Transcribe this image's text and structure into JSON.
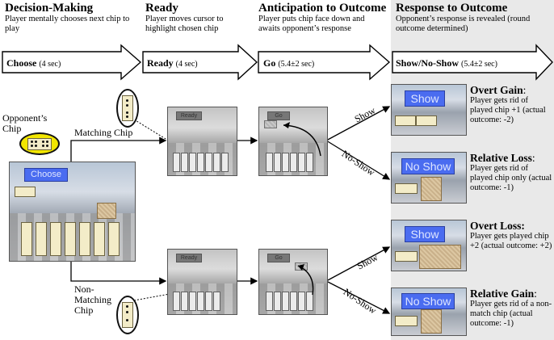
{
  "phases": [
    {
      "title": "Decision-Making",
      "desc": "Player mentally chooses next chip to play"
    },
    {
      "title": "Ready",
      "desc": "Player moves cursor to highlight chosen chip"
    },
    {
      "title": "Anticipation to Outcome",
      "desc": "Player puts chip face down and awaits opponent’s response"
    },
    {
      "title": "Response to Outcome",
      "desc": "Opponent’s response is revealed (round outcome determined)"
    }
  ],
  "timeline": [
    {
      "label": "Choose",
      "time": "(4 sec)"
    },
    {
      "label": "Ready",
      "time": "(4 sec)"
    },
    {
      "label": "Go",
      "time": "(5.4±2 sec)"
    },
    {
      "label": "Show/No-Show",
      "time": "(5.4±2 sec)"
    }
  ],
  "labels": {
    "opponent_chip": "Opponent’s Chip",
    "matching_chip": "Matching Chip",
    "non_matching_chip": "Non-Matching Chip",
    "show": "Show",
    "no_show": "No-Show"
  },
  "screens": {
    "choose": "Choose",
    "ready": "Ready",
    "go": "Go",
    "show": "Show",
    "no_show": "No Show"
  },
  "outcomes": [
    {
      "title": "Overt Gain",
      "suffix": ":",
      "desc": "Player gets rid of played chip +1 (actual outcome: -2)"
    },
    {
      "title": "Relative Loss",
      "suffix": ":",
      "desc": "Player gets rid of played chip only (actual outcome: -1)"
    },
    {
      "title": "Overt Loss:",
      "suffix": "",
      "desc": "Player gets played chip +2 (actual outcome: +2)"
    },
    {
      "title": "Relative Gain",
      "suffix": ":",
      "desc": "Player gets rid of a non-match chip (actual outcome: -1)"
    }
  ],
  "colors": {
    "screen_button": "#4a6cf0",
    "opponent_chip_highlight": "#f2e600",
    "outcome_panel": "#e9e9e9"
  }
}
